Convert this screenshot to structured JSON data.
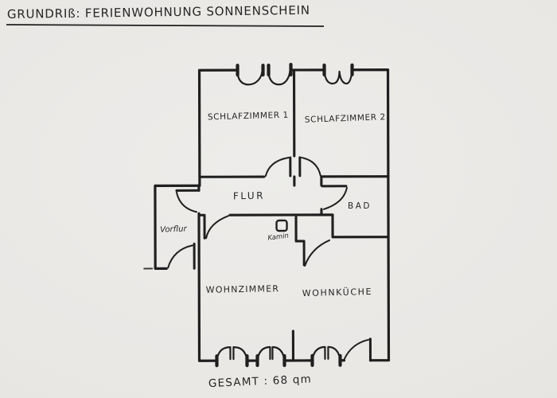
{
  "title": "GRUNDRIß: FERIENWOHNUNG SONNENSCHEIN",
  "footer": {
    "total_text": "GESAMT : 68 qm",
    "total_area_value": "68 qm"
  },
  "rooms": {
    "schlafzimmer1": "SCHLAFZIMMER 1",
    "schlafzimmer2": "SCHLAFZIMMER 2",
    "flur": "FLUR",
    "bad": "BAD",
    "vorflur": "Vorflur",
    "kamin": "Kamin",
    "wohnzimmer": "WOHNZIMMER",
    "wohnkueche": "WOHNKÜCHE"
  },
  "colors": {
    "paper": "#e9e7e4",
    "ink": "#1f1f1f",
    "text": "#262626"
  }
}
